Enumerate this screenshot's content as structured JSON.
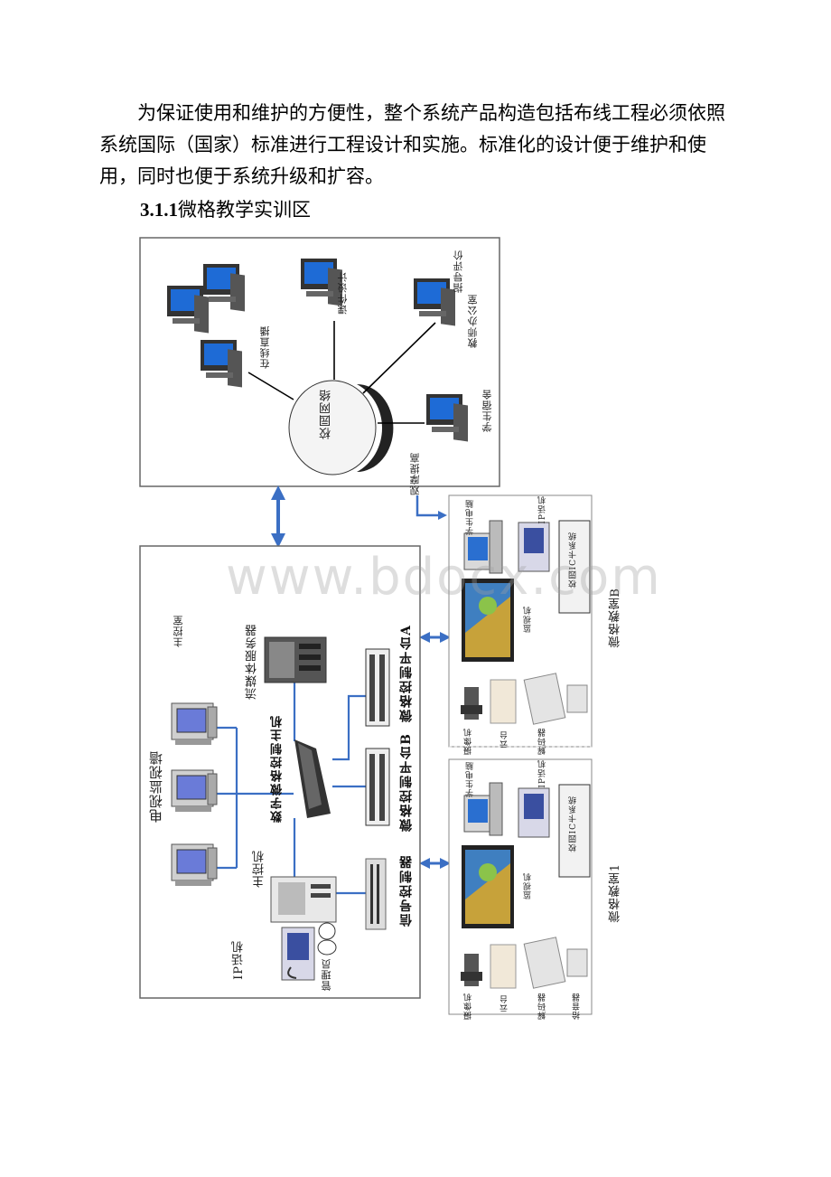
{
  "document": {
    "paragraph": "为保证使用和维护的方便性，整个系统产品构造包括布线工程必须依照系统国际（国家）标准进行工程设计和实施。标准化的设计便于维护和使用，同时也便于系统升级和扩容。",
    "heading_number": "3.1.1",
    "heading_text": "微格教学实训区"
  },
  "diagram": {
    "network_center": "校园网络",
    "campus_nodes": {
      "live": "在线直播",
      "design": "课件设计",
      "review": "指导评价",
      "office": "教师办公室",
      "dorm": "学生宿舍",
      "improve": "观摩提高"
    },
    "control_room": {
      "title": "主控室",
      "tv_wall": "电视监视墙",
      "streaming_server": "流媒体服务器",
      "digital_host": "数字微格控制主机",
      "platform_a": "微格控制平台A",
      "platform_b": "微格控制平台B",
      "signal_controller": "信号控制器",
      "host": "主控机",
      "ip_phone": "IP话机",
      "admin": "管理员"
    },
    "classroom_b": {
      "title": "微格教室B",
      "student_pc": "学生电脑",
      "ip_phone": "IP话机",
      "system_box": "校园IC卡系统",
      "tv": "监视机",
      "camera": "摄像机",
      "pantilt": "云台",
      "decoder": "解码器"
    },
    "classroom_a": {
      "title": "微格教室1",
      "student_pc": "学生电脑",
      "ip_phone": "IP话机",
      "system_box": "校园IC卡系统",
      "tv": "监视机",
      "camera": "摄像机",
      "pantilt": "云台",
      "decoder": "解码器",
      "extra": "拾音器"
    },
    "watermark": "www.bdocx.com",
    "colors": {
      "link": "#3b6fc4",
      "screen": "#2a6fd0",
      "line": "#000000"
    }
  }
}
